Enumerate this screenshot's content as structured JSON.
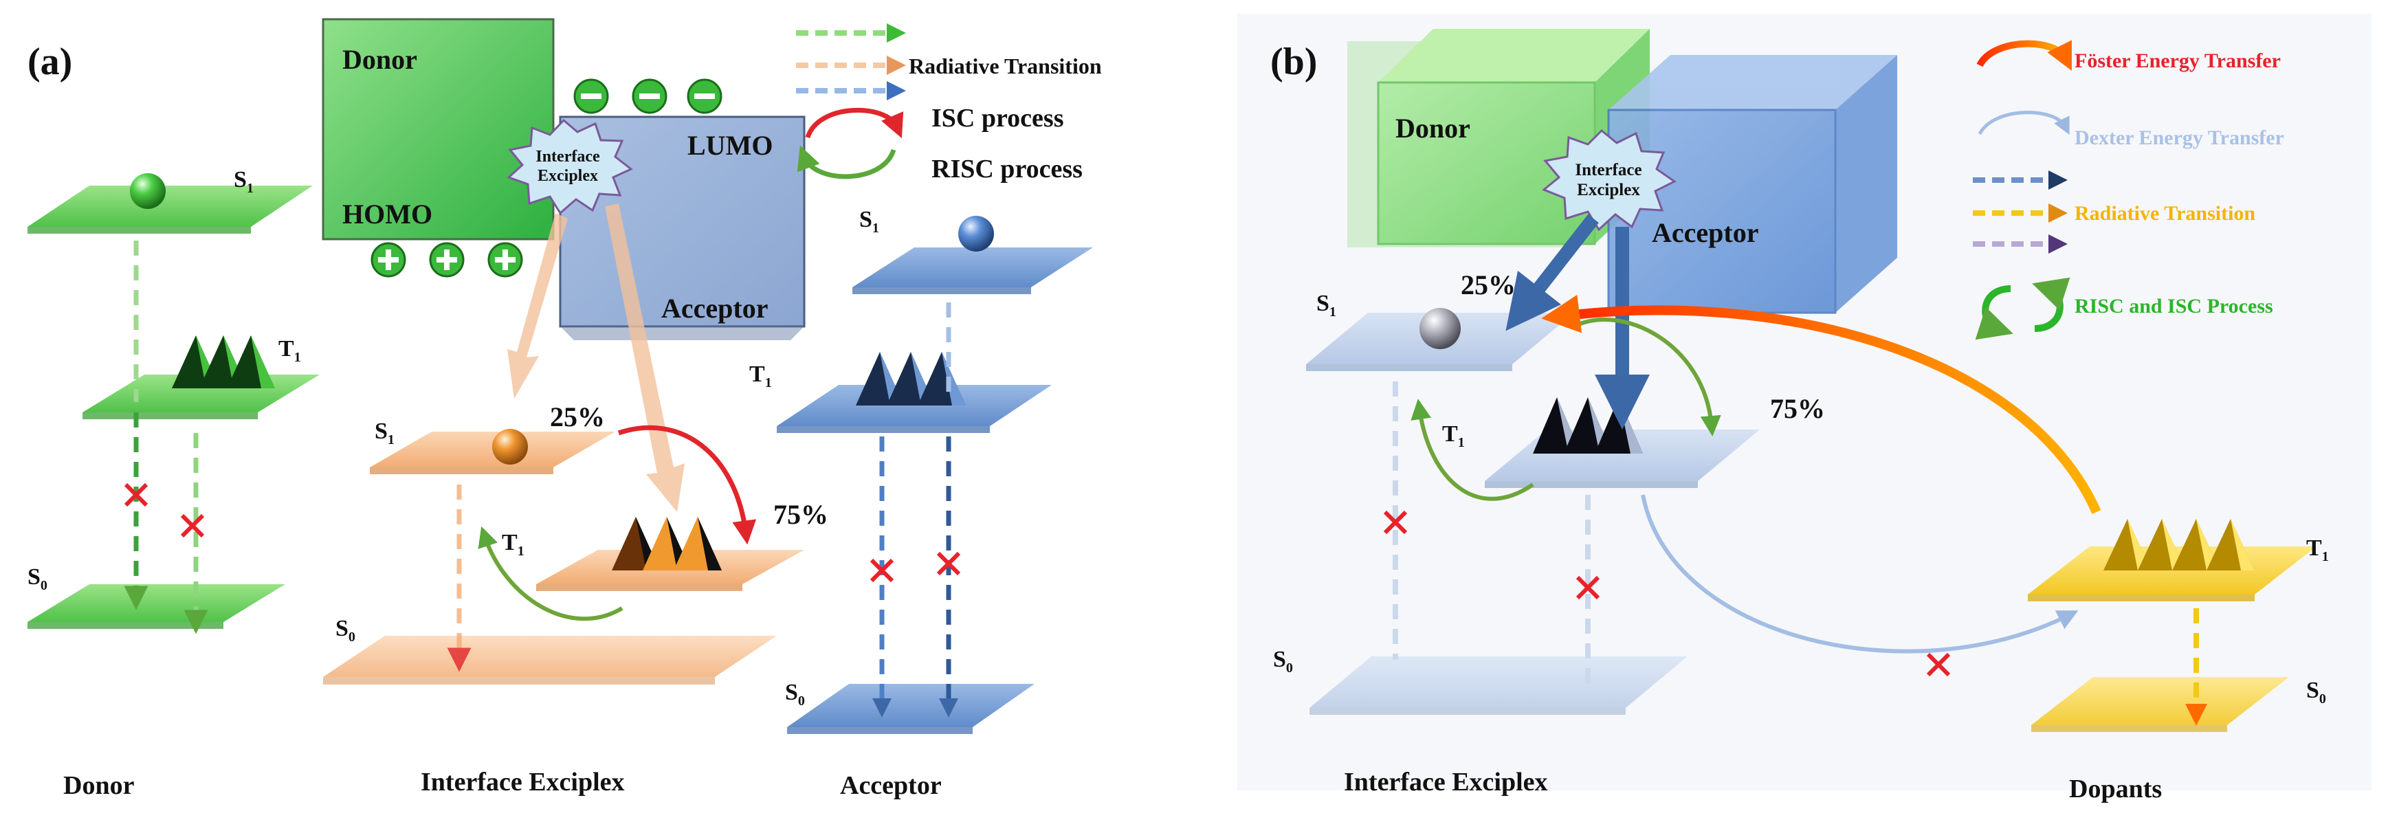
{
  "panel_a": {
    "label": "(a)",
    "donor_box": "Donor",
    "homo": "HOMO",
    "lumo": "LUMO",
    "acceptor_box": "Acceptor",
    "exciplex_line1": "Interface",
    "exciplex_line2": "Exciplex",
    "s1": "S",
    "t1": "T",
    "s0": "S",
    "sub1": "1",
    "sub0": "0",
    "pct25": "25%",
    "pct75": "75%",
    "caption_donor": "Donor",
    "caption_exciplex": "Interface Exciplex",
    "caption_acceptor": "Acceptor",
    "legend": {
      "radiative": "Radiative Transition",
      "isc": "ISC process",
      "risc": "RISC process"
    }
  },
  "panel_b": {
    "label": "(b)",
    "donor": "Donor",
    "acceptor": "Acceptor",
    "exciplex_line1": "Interface",
    "exciplex_line2": "Exciplex",
    "pct25": "25%",
    "pct75": "75%",
    "caption_exciplex": "Interface Exciplex",
    "caption_dopants": "Dopants",
    "legend": {
      "foster": "Föster Energy Transfer",
      "dexter": "Dexter Energy Transfer",
      "radiative": "Radiative Transition",
      "risc_isc": "RISC and ISC Process"
    }
  },
  "colors": {
    "green": "#3fbf3a",
    "orange": "#f2a86a",
    "blue": "#5f8fd0",
    "light_blue": "#b7c9e6",
    "yellow": "#f4c815",
    "red_cross": "#e8222b",
    "foster_text": "#e8222b",
    "dexter_text": "#a9c1e6",
    "radiative_text": "#f4b400",
    "risc_text": "#2bb52b"
  }
}
